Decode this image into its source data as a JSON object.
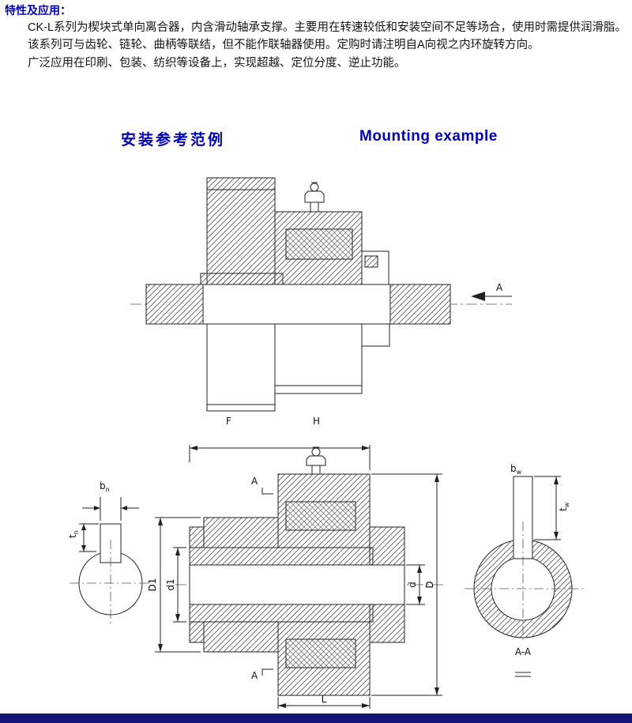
{
  "page": {
    "background": "#ffffff",
    "accent_color": "#0000b4",
    "footer_color": "#15157a"
  },
  "intro": {
    "heading": "特性及应用：",
    "paragraphs": [
      "CK-L系列为楔块式单向离合器，内含滑动轴承支撑。主要用在转速较低和安装空间不足等场合，使用时需提供润滑脂。",
      "该系列可与齿轮、链轮、曲柄等联结，但不能作联轴器使用。定购时请注明自A向视之内环旋转方向。",
      "广泛应用在印刷、包装、纺织等设备上，实现超越、定位分度、逆止功能。"
    ]
  },
  "section": {
    "heading_zh": "安装参考范例",
    "heading_en": "Mounting example"
  },
  "mounting_drawing": {
    "view_arrow_label": "A",
    "dim_f": "F",
    "dim_h": "H"
  },
  "dimension_drawing": {
    "dim_bn_main": "b",
    "dim_bn_sub": "n",
    "dim_tn_main": "t",
    "dim_tn_sub": "n",
    "section_mark_top": "A",
    "section_mark_bottom": "A",
    "dim_D1": "D1",
    "dim_d1": "d1",
    "dim_d": "d",
    "dim_D": "D",
    "dim_L": "L",
    "dim_bw_main": "b",
    "dim_bw_sub": "w",
    "dim_tw_main": "t",
    "dim_tw_sub": "w",
    "section_view_label": "A-A"
  }
}
